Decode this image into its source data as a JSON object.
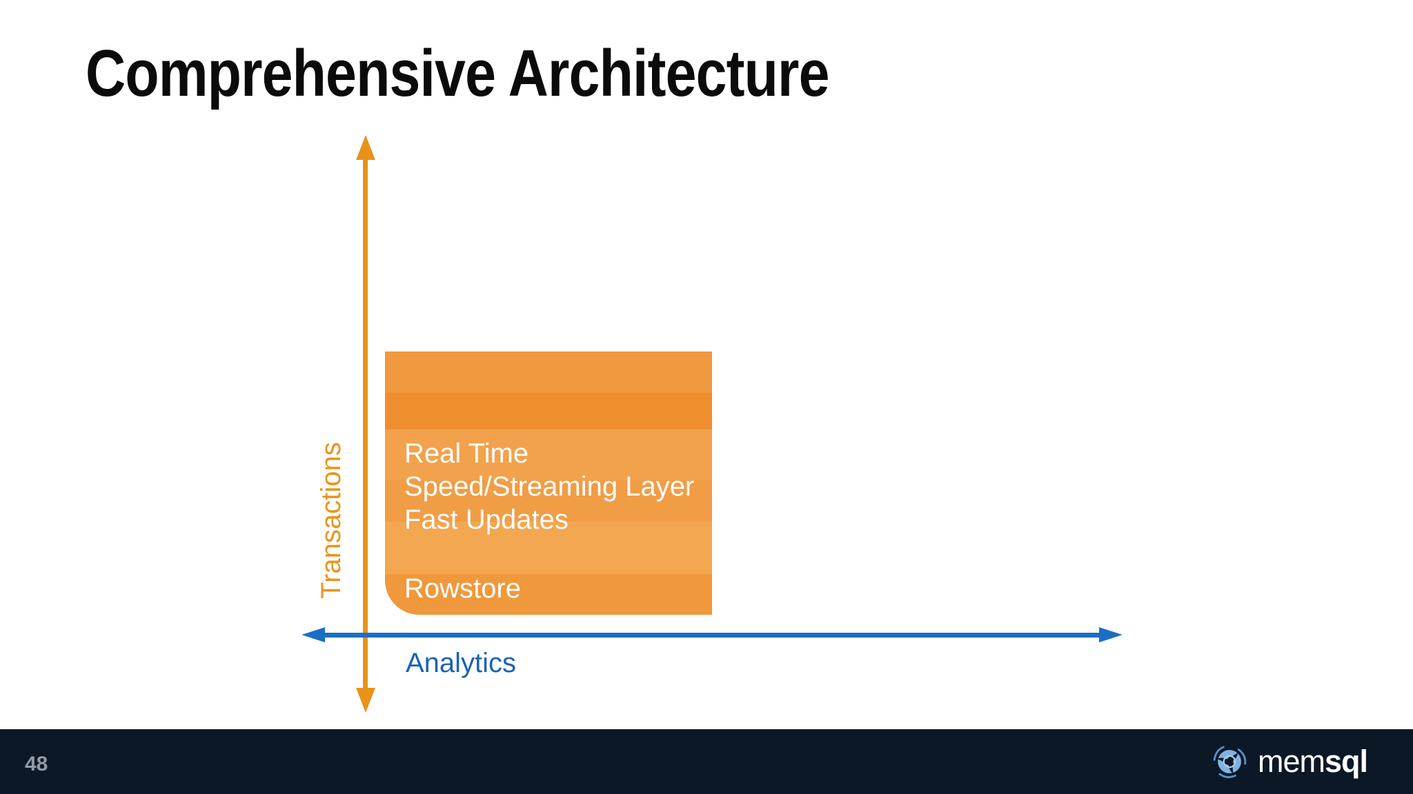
{
  "slide": {
    "title": "Comprehensive Architecture"
  },
  "diagram": {
    "y_axis_label": "Transactions",
    "x_axis_label": "Analytics",
    "box": {
      "lines": [
        "Real Time",
        "Speed/Streaming Layer",
        "Fast Updates"
      ],
      "store_label": "Rowstore"
    },
    "colors": {
      "axis_orange": "#e8921a",
      "axis_blue": "#1b6ec5",
      "box_orange": "#f0993e",
      "box_text": "#ffffff",
      "x_label_blue": "#1a63b4",
      "y_label_orange": "#e8941e"
    }
  },
  "footer": {
    "page_number": "48",
    "background": "#0d1826",
    "page_number_color": "#919aa5",
    "logo": {
      "icon": "memsql-swirl-icon",
      "swirl_blue": "#7fb2e2",
      "text_regular": "mem",
      "text_bold": "sql"
    }
  }
}
